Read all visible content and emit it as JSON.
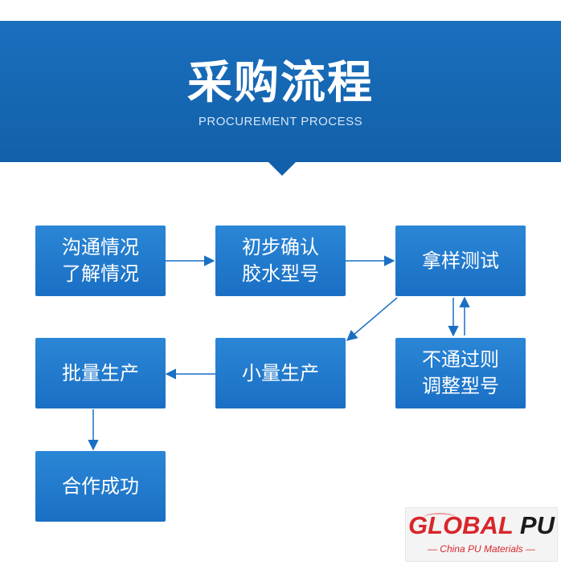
{
  "header": {
    "title": "采购流程",
    "subtitle": "PROCUREMENT PROCESS"
  },
  "steps": [
    {
      "id": "step-understand",
      "label": "沟通情况\n了解情况"
    },
    {
      "id": "step-confirm",
      "label": "初步确认\n胶水型号"
    },
    {
      "id": "step-sample",
      "label": "拿样测试"
    },
    {
      "id": "step-adjust",
      "label": "不通过则\n调整型号"
    },
    {
      "id": "step-small-batch",
      "label": "小量生产"
    },
    {
      "id": "step-mass",
      "label": "批量生产"
    },
    {
      "id": "step-success",
      "label": "合作成功"
    }
  ],
  "logo": {
    "brand_red": "GLOBAL",
    "brand_dark": " PU",
    "tagline": "— China PU Materials —"
  },
  "colors": {
    "header": "#1260a9",
    "box": "#1a6fc4",
    "arrow": "#1a6fc4",
    "brand": "#d8262b"
  }
}
